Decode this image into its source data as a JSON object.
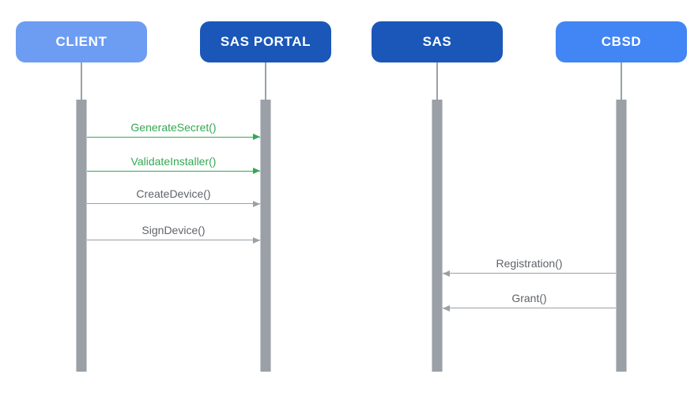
{
  "diagram": {
    "type": "sequence-diagram",
    "background": "#ffffff",
    "lifeline_color": "#9AA0A6",
    "actors": [
      {
        "id": "client",
        "label": "CLIENT",
        "color": "#6D9CF3"
      },
      {
        "id": "sas-portal",
        "label": "SAS PORTAL",
        "color": "#1A57B8"
      },
      {
        "id": "sas",
        "label": "SAS",
        "color": "#1A57B8"
      },
      {
        "id": "cbsd",
        "label": "CBSD",
        "color": "#4285F4"
      }
    ],
    "messages": [
      {
        "label": "GenerateSecret()",
        "from": "client",
        "to": "sas-portal",
        "direction": "right",
        "arrow_color": "#34A853",
        "text_color": "#34A853"
      },
      {
        "label": "ValidateInstaller()",
        "from": "client",
        "to": "sas-portal",
        "direction": "right",
        "arrow_color": "#34A853",
        "text_color": "#34A853"
      },
      {
        "label": "CreateDevice()",
        "from": "client",
        "to": "sas-portal",
        "direction": "right",
        "arrow_color": "#9AA0A6",
        "text_color": "#5F6368"
      },
      {
        "label": "SignDevice()",
        "from": "client",
        "to": "sas-portal",
        "direction": "right",
        "arrow_color": "#9AA0A6",
        "text_color": "#5F6368"
      },
      {
        "label": "Registration()",
        "from": "cbsd",
        "to": "sas",
        "direction": "left",
        "arrow_color": "#9AA0A6",
        "text_color": "#5F6368"
      },
      {
        "label": "Grant()",
        "from": "cbsd",
        "to": "sas",
        "direction": "left",
        "arrow_color": "#9AA0A6",
        "text_color": "#5F6368"
      }
    ]
  }
}
